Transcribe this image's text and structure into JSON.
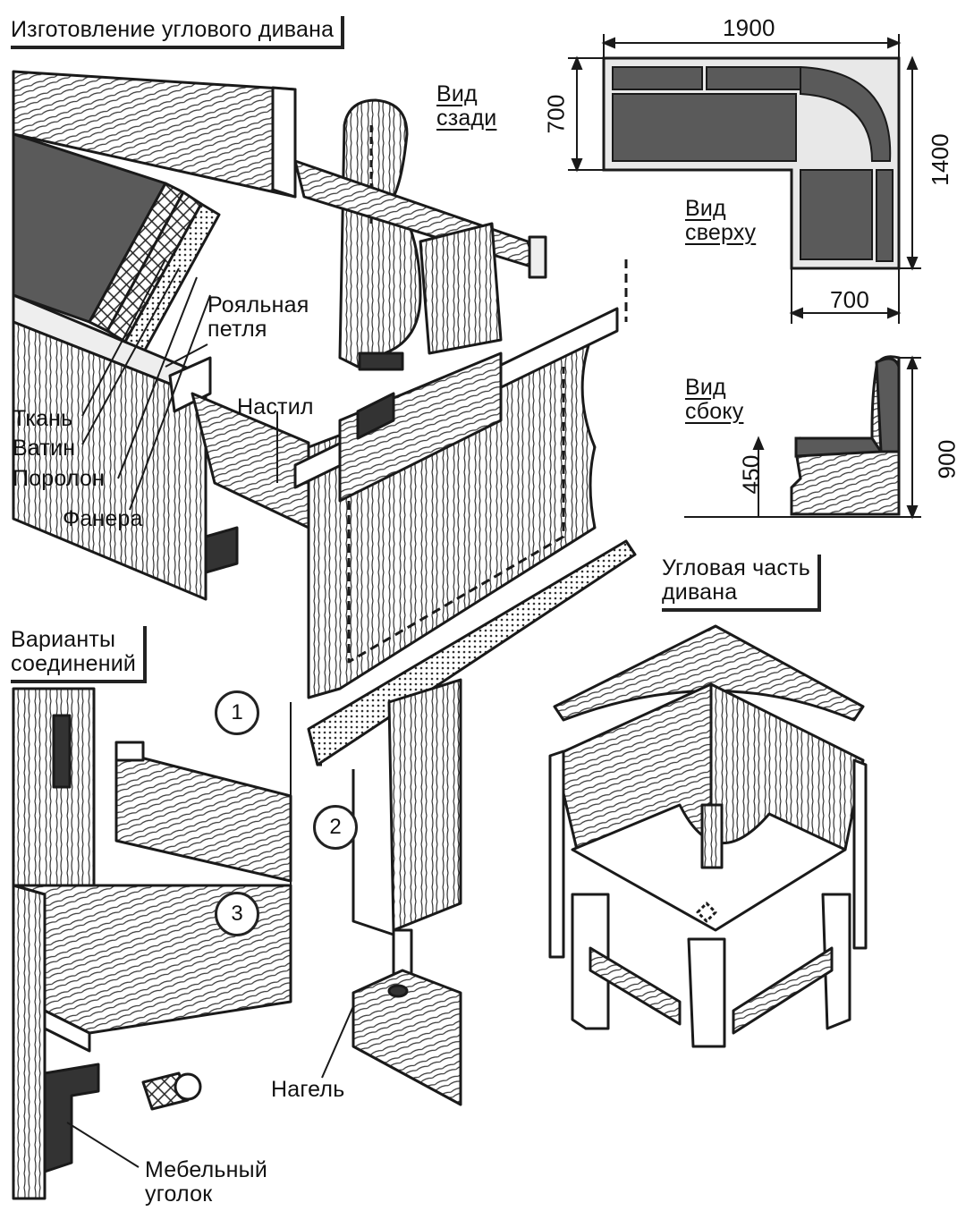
{
  "title": "Изготовление углового дивана",
  "views": {
    "back_view": "Вид\nсзади",
    "top_view": "Вид\nсверху",
    "side_view": "Вид\nсбоку",
    "corner_part": "Угловая часть\nдивана"
  },
  "layers": {
    "fabric": "Ткань",
    "batting": "Ватин",
    "foam": "Поролон",
    "plywood": "Фанера"
  },
  "parts": {
    "piano_hinge": "Рояльная\nпетля",
    "decking": "Настил",
    "dowel": "Нагель",
    "furniture_bracket": "Мебельный\nуголок"
  },
  "joints": {
    "heading": "Варианты\nсоединений",
    "numbers": [
      "1",
      "2",
      "3"
    ]
  },
  "dimensions": {
    "top_length": "1900",
    "top_depth_left": "700",
    "top_height_right": "1400",
    "top_bottom_depth": "700",
    "side_total_height": "900",
    "side_seat_height": "450"
  },
  "colors": {
    "ink": "#1a1a1a",
    "upholstery": "#5a5a5a",
    "wood_light": "#d9d9d9",
    "paper": "#ffffff"
  }
}
